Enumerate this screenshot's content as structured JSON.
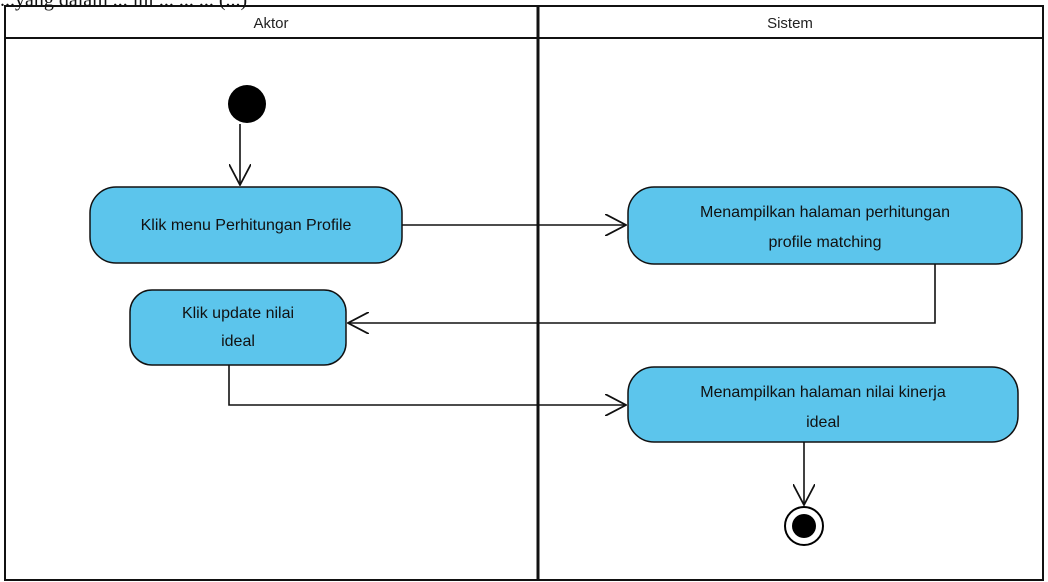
{
  "caption": "...yang dalam ... ini ... ... ... (...)",
  "lanes": {
    "actor_title": "Aktor",
    "system_title": "Sistem"
  },
  "activities": {
    "klik_menu": "Klik menu Perhitungan Profile",
    "menampilkan_perhitungan_line1": "Menampilkan halaman perhitungan",
    "menampilkan_perhitungan_line2": "profile matching",
    "klik_update_line1": "Klik update nilai",
    "klik_update_line2": "ideal",
    "menampilkan_nilai_line1": "Menampilkan halaman nilai kinerja",
    "menampilkan_nilai_line2": "ideal"
  },
  "colors": {
    "activity_fill": "#5cc5ec",
    "line": "#111111",
    "node": "#000000"
  }
}
